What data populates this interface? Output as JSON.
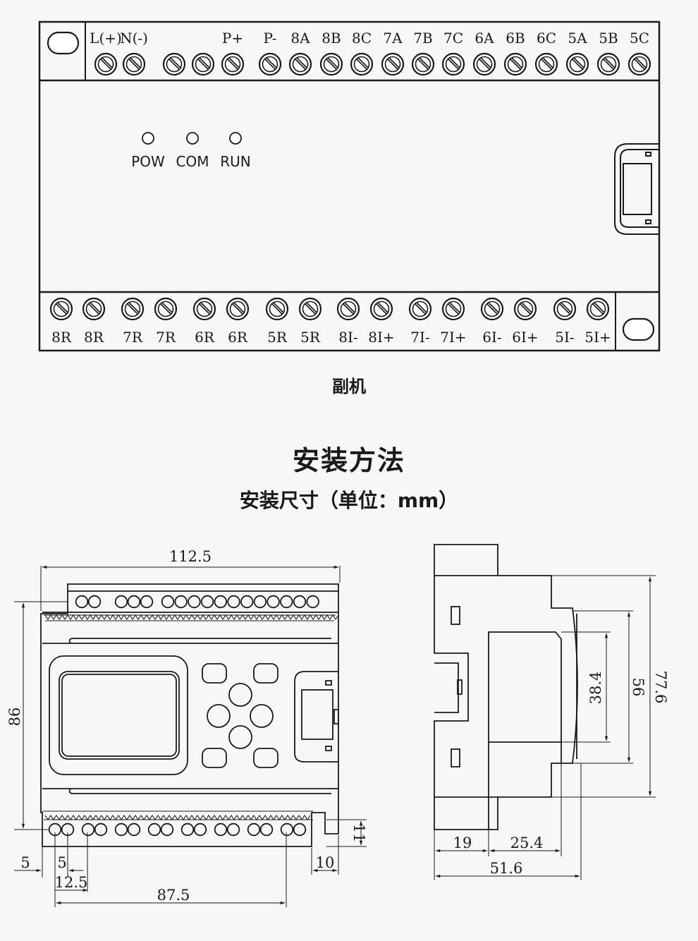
{
  "top_terminals": [
    "L(+)",
    "N(-)",
    "",
    "",
    "P+",
    "P-",
    "8A",
    "8B",
    "8C",
    "7A",
    "7B",
    "7C",
    "6A",
    "6B",
    "6C",
    "5A",
    "5B",
    "5C"
  ],
  "bottom_terminals": [
    "8R",
    "8R",
    "7R",
    "7R",
    "6R",
    "6R",
    "5R",
    "5R",
    "8I-",
    "8I+",
    "7I-",
    "7I+",
    "6I-",
    "6I+",
    "5I-",
    "5I+"
  ],
  "leds": [
    "POW",
    "COM",
    "RUN"
  ],
  "unit_caption": "副机",
  "section_title": "安装方法",
  "section_subtitle": "安装尺寸（单位：mm）",
  "dimensions": {
    "width_total": "112.5",
    "height_total": "86",
    "hole_offset": "5",
    "pin_offset": "5",
    "pin_pitch": "12.5",
    "pin_span": "87.5",
    "right_edge_w": "10",
    "right_edge_h": "11",
    "side_depth_19": "19",
    "side_depth_25": "25.4",
    "side_depth_total": "51.6",
    "side_h_38": "38.4",
    "side_h_56": "56",
    "side_h_77": "77.6"
  }
}
